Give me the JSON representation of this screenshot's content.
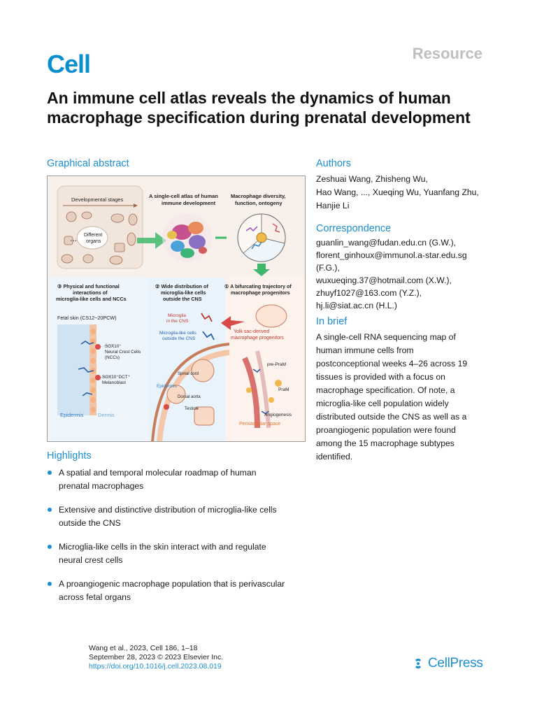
{
  "journal": {
    "logo": "Cell",
    "article_type": "Resource"
  },
  "title": "An immune cell atlas reveals the dynamics of human macrophage specification during prenatal development",
  "sections": {
    "graphical_abstract": "Graphical abstract",
    "authors": "Authors",
    "correspondence": "Correspondence",
    "in_brief": "In brief",
    "highlights": "Highlights"
  },
  "authors_line1": "Zeshuai Wang, Zhisheng Wu,",
  "authors_line2": "Hao Wang, ..., Xueqing Wu, Yuanfang Zhu,",
  "authors_line3": "Hanjie Li",
  "correspondence": [
    "guanlin_wang@fudan.edu.cn (G.W.),",
    "florent_ginhoux@immunol.a-star.edu.sg",
    "(F.G.),",
    "wuxueqing.37@hotmail.com (X.W.),",
    "zhuyf1027@163.com (Y.Z.),",
    "hj.li@siat.ac.cn (H.L.)"
  ],
  "in_brief_lines": [
    "A single-cell RNA sequencing map of",
    "human immune cells from",
    "postconceptional weeks 4–26 across 19",
    "tissues is provided with a focus on",
    "macrophage specification. Of note, a",
    "microglia-like cell population widely",
    "distributed outside the CNS as well as a",
    "proangiogenic population were found",
    "among the 15 macrophage subtypes",
    "identified."
  ],
  "highlights": [
    {
      "l1": "A spatial and temporal molecular roadmap of human",
      "l2": "prenatal macrophages"
    },
    {
      "l1": "Extensive and distinctive distribution of microglia-like cells",
      "l2": "outside the CNS"
    },
    {
      "l1": "Microglia-like cells in the skin interact with and regulate",
      "l2": "neural crest cells"
    },
    {
      "l1": "A proangiogenic macrophage population that is perivascular",
      "l2": "across fetal organs"
    }
  ],
  "graphical_abstract_text": {
    "developmental_stages": "Developmental stages",
    "different": "Different",
    "organs": "organs",
    "ellipsis": "...",
    "atlas_1": "A single-cell atlas of human",
    "atlas_2": "immune development",
    "diversity_1": "Macrophage diversity,",
    "diversity_2": "function, ontogeny",
    "p3_1": "③ Physical and functional",
    "p3_2": "interactions of",
    "p3_3": "microglia-like cells and NCCs",
    "p2_1": "② Wide distribution of",
    "p2_2": "microglia-like cells",
    "p2_3": "outside the CNS",
    "p1_1": "① A bifurcating trajectory of",
    "p1_2": "macrophage progenitors",
    "fetal_skin": "Fetal skin (CS12~20PCW)",
    "sox10_1": "SOX10⁺",
    "sox10_2": "Neural Crest Cells",
    "sox10_3": "(NCCs)",
    "sox10dct_1": "SOX10⁺DCT⁺",
    "sox10dct_2": "Melanoblast",
    "epidermis_left": "Epidermis",
    "dermis": "Dermis",
    "microglia_cns_1": "Microglia",
    "microglia_cns_2": "in the CNS",
    "microglia_like_1": "Microglia-like cells",
    "microglia_like_2": "outside the CNS",
    "spinal_cord": "Spinal cord",
    "epidermis_mid": "Epidermis",
    "dorsal_aorta": "Dorsal aorta",
    "testicle": "Testicle",
    "yolk_1": "Yolk sac-derived",
    "yolk_2": "macrophage progenitors",
    "pre_pram": "pre-PraM",
    "pram": "PraM",
    "angiogenesis": "Angiogenesis",
    "perivascular": "Perivascular space"
  },
  "citation": {
    "line1": "Wang et al., 2023, Cell 186, 1–18",
    "line2": "September 28, 2023 © 2023 Elsevier Inc.",
    "doi": "https://doi.org/10.1016/j.cell.2023.08.019"
  },
  "publisher": "CellPress",
  "colors": {
    "accent": "#1b8fd1",
    "logo": "#0b8ed0",
    "muted": "#bfbfbf"
  }
}
